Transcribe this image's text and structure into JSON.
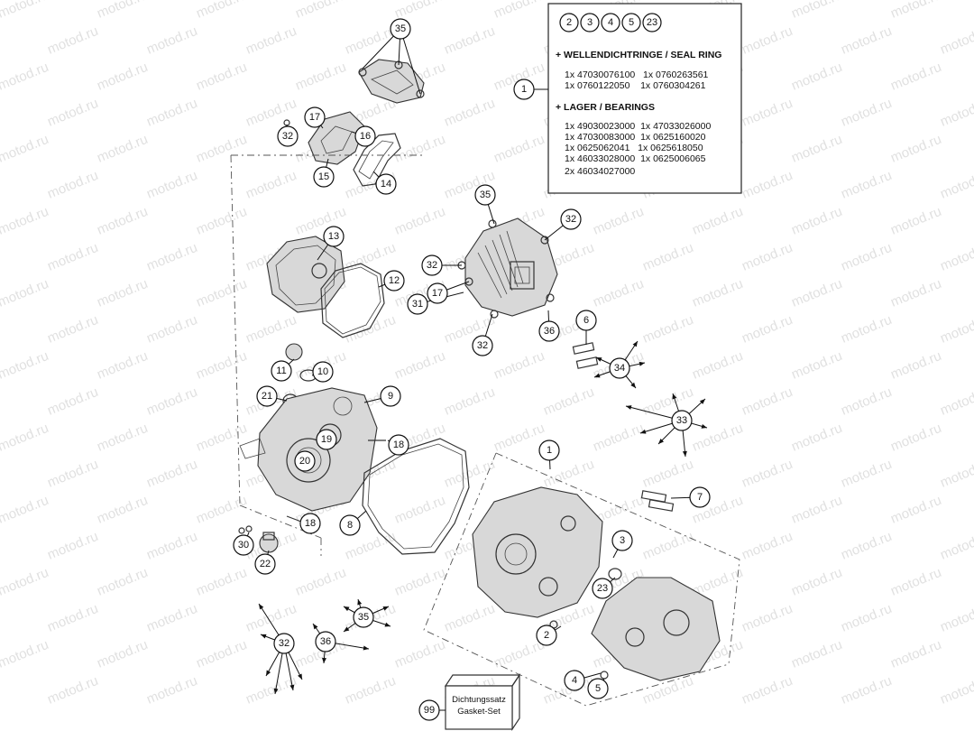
{
  "watermark": "motod.ru",
  "info_box": {
    "kit_numbers": [
      "2",
      "3",
      "4",
      "5",
      "23"
    ],
    "seal_heading": "+ WELLENDICHTRINGE / SEAL RING",
    "seal_rows": [
      "1x 47030076100   1x 0760263561",
      "1x 0760122050    1x 0760304261"
    ],
    "bearing_heading": "+ LAGER / BEARINGS",
    "bearing_rows": [
      "1x 49030023000  1x 47033026000",
      "1x 47030083000  1x 0625160020",
      "1x 0625062041   1x 0625618050",
      "1x 46033028000  1x 0625006065",
      "2x 46034027000"
    ]
  },
  "gasket_box": {
    "number": "99",
    "line1": "Dichtungssatz",
    "line2": "Gasket-Set"
  },
  "callouts": [
    {
      "n": "35"
    },
    {
      "n": "17"
    },
    {
      "n": "32"
    },
    {
      "n": "16"
    },
    {
      "n": "15"
    },
    {
      "n": "14"
    },
    {
      "n": "1"
    },
    {
      "n": "35"
    },
    {
      "n": "32"
    },
    {
      "n": "13"
    },
    {
      "n": "32"
    },
    {
      "n": "12"
    },
    {
      "n": "17"
    },
    {
      "n": "31"
    },
    {
      "n": "36"
    },
    {
      "n": "32"
    },
    {
      "n": "6"
    },
    {
      "n": "34"
    },
    {
      "n": "11"
    },
    {
      "n": "10"
    },
    {
      "n": "9"
    },
    {
      "n": "21"
    },
    {
      "n": "33"
    },
    {
      "n": "19"
    },
    {
      "n": "18"
    },
    {
      "n": "20"
    },
    {
      "n": "1"
    },
    {
      "n": "7"
    },
    {
      "n": "8"
    },
    {
      "n": "18"
    },
    {
      "n": "30"
    },
    {
      "n": "3"
    },
    {
      "n": "22"
    },
    {
      "n": "23"
    },
    {
      "n": "35"
    },
    {
      "n": "2"
    },
    {
      "n": "32"
    },
    {
      "n": "36"
    },
    {
      "n": "4"
    },
    {
      "n": "5"
    }
  ]
}
